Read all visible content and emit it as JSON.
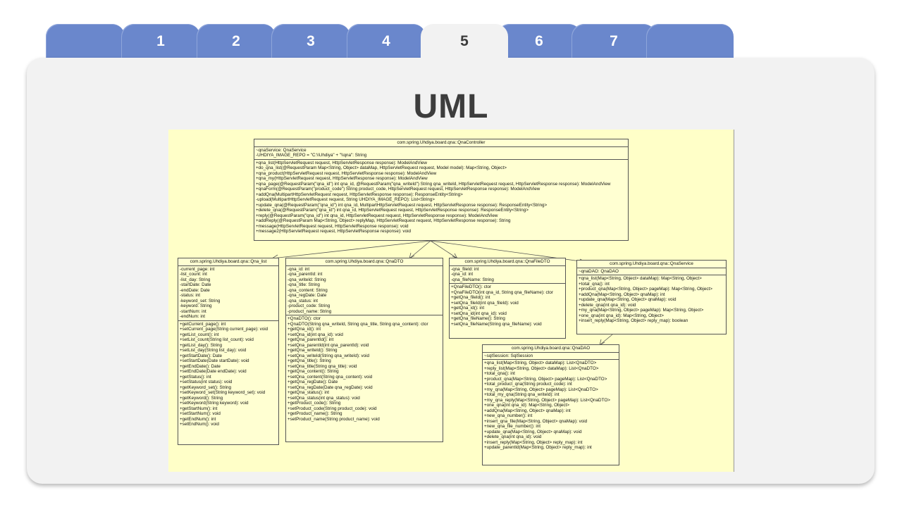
{
  "tabs": [
    "",
    "1",
    "2",
    "3",
    "4",
    "5",
    "6",
    "7",
    ""
  ],
  "active_tab": "5",
  "title": "UML",
  "classes": {
    "controller": {
      "name": "com.spring.Uhdiya.board.qna::QnaController",
      "attrs": [
        "~qnaService: QnaService",
        "-UHDIYA_IMAGE_REPO = \"C:\\\\Uhdiya\" + \"\\\\qna\": String"
      ],
      "ops": [
        "+qna_list(HttpServletRequest request, HttpServletResponse response): ModelAndView",
        "+do_qna_list(@RequestParam Map<String, Object> dataMap, HttpServletRequest request, Model model): Map<String, Object>",
        "+qna_product(HttpServletRequest request, HttpServletResponse response): ModelAndView",
        "+qna_my(HttpServletRequest request, HttpServletResponse response): ModelAndView",
        "+qna_page(@RequestParam(\"qna_id\") int qna_id, @RequestParam(\"qna_writeId\") String qna_writeId, HttpServletRequest request, HttpServletResponse response): ModelAndView",
        "+qnaForm(@RequestParam(\"product_code\") String product_code, HttpServletRequest request, HttpServletResponse response): ModelAndView",
        "+addQna(MultipartHttpServletRequest request, HttpServletResponse response): ResponseEntity<String>",
        "-upload(MultipartHttpServletRequest request, String UHDIYA_IMAGE_REPO): List<String>",
        "+update_qna(@RequestParam(\"qna_id\") int qna_id, MultipartHttpServletRequest request, HttpServletResponse response): ResponseEntity<String>",
        "+delete_qna(@RequestParam(\"qna_id\") int qna_id, HttpServletRequest request, HttpServletResponse response): ResponseEntity<String>",
        "+reply(@RequestParam(\"qna_id\") int qna_id, HttpServletRequest request, HttpServletResponse response): ModelAndView",
        "+addReply(@RequestParam Map<String, Object> replyMap, HttpServletRequest request, HttpServletResponse response): String",
        "+message(HttpServletRequest request, HttpServletResponse response): void",
        "+message2(HttpServletRequest request, HttpServletResponse response): void"
      ]
    },
    "qna_list": {
      "name": "com.spring.Uhdiya.board.qna::Qna_list",
      "attrs": [
        "-current_page: int",
        "-list_count: int",
        "-list_day: String",
        "-startDate: Date",
        "-endDate: Date",
        "-status: int",
        "-keyword_set: String",
        "-keyword: String",
        "-startNum: int",
        "-endNum: int"
      ],
      "ops": [
        "+getCurrent_page(): int",
        "+setCurrent_page(String current_page): void",
        "+getList_count(): int",
        "+setList_count(String list_count): void",
        "+getList_day(): String",
        "+setList_day(String list_day): void",
        "+getStartDate(): Date",
        "+setStartDate(Date startDate): void",
        "+getEndDate(): Date",
        "+setEndDate(Date endDate): void",
        "+getStatus(): int",
        "+setStatus(int status): void",
        "+getKeyword_set(): String",
        "+setKeyword_set(String keyword_set): void",
        "+getKeyword(): String",
        "+setKeyword(String keyword): void",
        "+getStartNum(): int",
        "+setStartNum(): void",
        "+getEndNum(): int",
        "+setEndNum(): void"
      ]
    },
    "qnadto": {
      "name": "com.spring.Uhdiya.board.qna::QnaDTO",
      "attrs": [
        "-qna_id: int",
        "-qna_parentId: int",
        "-qna_writeId: String",
        "-qna_title: String",
        "-qna_content: String",
        "-qna_regDate: Date",
        "-qna_status: int",
        "-product_code: String",
        "-product_name: String"
      ],
      "ops": [
        "+QnaDTO(): ctor",
        "+QnaDTO(String qna_writeId, String qna_title, String qna_content): ctor",
        "+getQna_id(): int",
        "+setQna_id(int qna_id): void",
        "+getQna_parentId(): int",
        "+setQna_parentId(int qna_parentId): void",
        "+getQna_writeId(): String",
        "+setQna_writeId(String qna_writeId): void",
        "+getQna_title(): String",
        "+setQna_title(String qna_title): void",
        "+getQna_content(): String",
        "+setQna_content(String qna_content): void",
        "+getQna_regDate(): Date",
        "+setQna_regDate(Date qna_regDate): void",
        "+getQna_status(): int",
        "+setQna_status(int qna_status): void",
        "+getProduct_code(): String",
        "+setProduct_code(String product_code): void",
        "+getProduct_name(): String",
        "+setProduct_name(String product_name): void"
      ]
    },
    "qnafiledto": {
      "name": "com.spring.Uhdiya.board.qna::QnaFileDTO",
      "attrs": [
        "-qna_fileId: int",
        "-qna_id: int",
        "-qna_fileName: String"
      ],
      "ops": [
        "+QnaFileDTO(): ctor",
        "+QnaFileDTO(int qna_id, String qna_fileName): ctor",
        "+getQna_fileId(): int",
        "+setQna_fileId(int qna_fileId): void",
        "+getQna_id(): int",
        "+setQna_id(int qna_id): void",
        "+getQna_fileName(): String",
        "+setQna_fileName(String qna_fileName): void"
      ]
    },
    "qnaservice": {
      "name": "com.spring.Uhdiya.board.qna::QnaService",
      "attrs": [
        "~qnaDAO: QnaDAO"
      ],
      "ops": [
        "+qna_list(Map<String, Object> dataMap): Map<String, Object>",
        "+total_qna(): int",
        "+product_qna(Map<String, Object> pageMap): Map<String, Object>",
        "+addQna(Map<String, Object> qnaMap): int",
        "+update_qna(Map<String, Object> qnaMap): void",
        "+delete_qna(int qna_id): void",
        "+my_qna(Map<String, Object> pageMap): Map<String, Object>",
        "+one_qna(int qna_id): Map<String, Object>",
        "+insert_reply(Map<String, Object> reply_map): boolean"
      ]
    },
    "qnadao": {
      "name": "com.spring.Uhdiya.board.qna::QnaDAO",
      "attrs": [
        "~sqlSession: SqlSession"
      ],
      "ops": [
        "+qna_list(Map<String, Object> dataMap): List<QnaDTO>",
        "+reply_list(Map<String, Object> dataMap): List<QnaDTO>",
        "+total_qna(): int",
        "+product_qna(Map<String, Object> pageMap): List<QnaDTO>",
        "+total_product_qna(String product_code): int",
        "+my_qna(Map<String, Object> pageMap): List<QnaDTO>",
        "+total_my_qna(String qna_writeId): int",
        "+my_qna_reply(Map<String, Object> pageMap): List<QnaDTO>",
        "+one_qna(int qna_id): Map<String, Object>",
        "+addQna(Map<String, Object> qnaMap): int",
        "+new_qna_number(): int",
        "+insert_qna_file(Map<String, Object> qnaMap): void",
        "+new_qna_file_number(): int",
        "+update_qna(Map<String, Object> qnaMap): void",
        "+delete_qna(int qna_id): void",
        "+insert_reply(Map<String, Object> reply_map): int",
        "+update_parentId(Map<String, Object> reply_map): int"
      ]
    }
  }
}
